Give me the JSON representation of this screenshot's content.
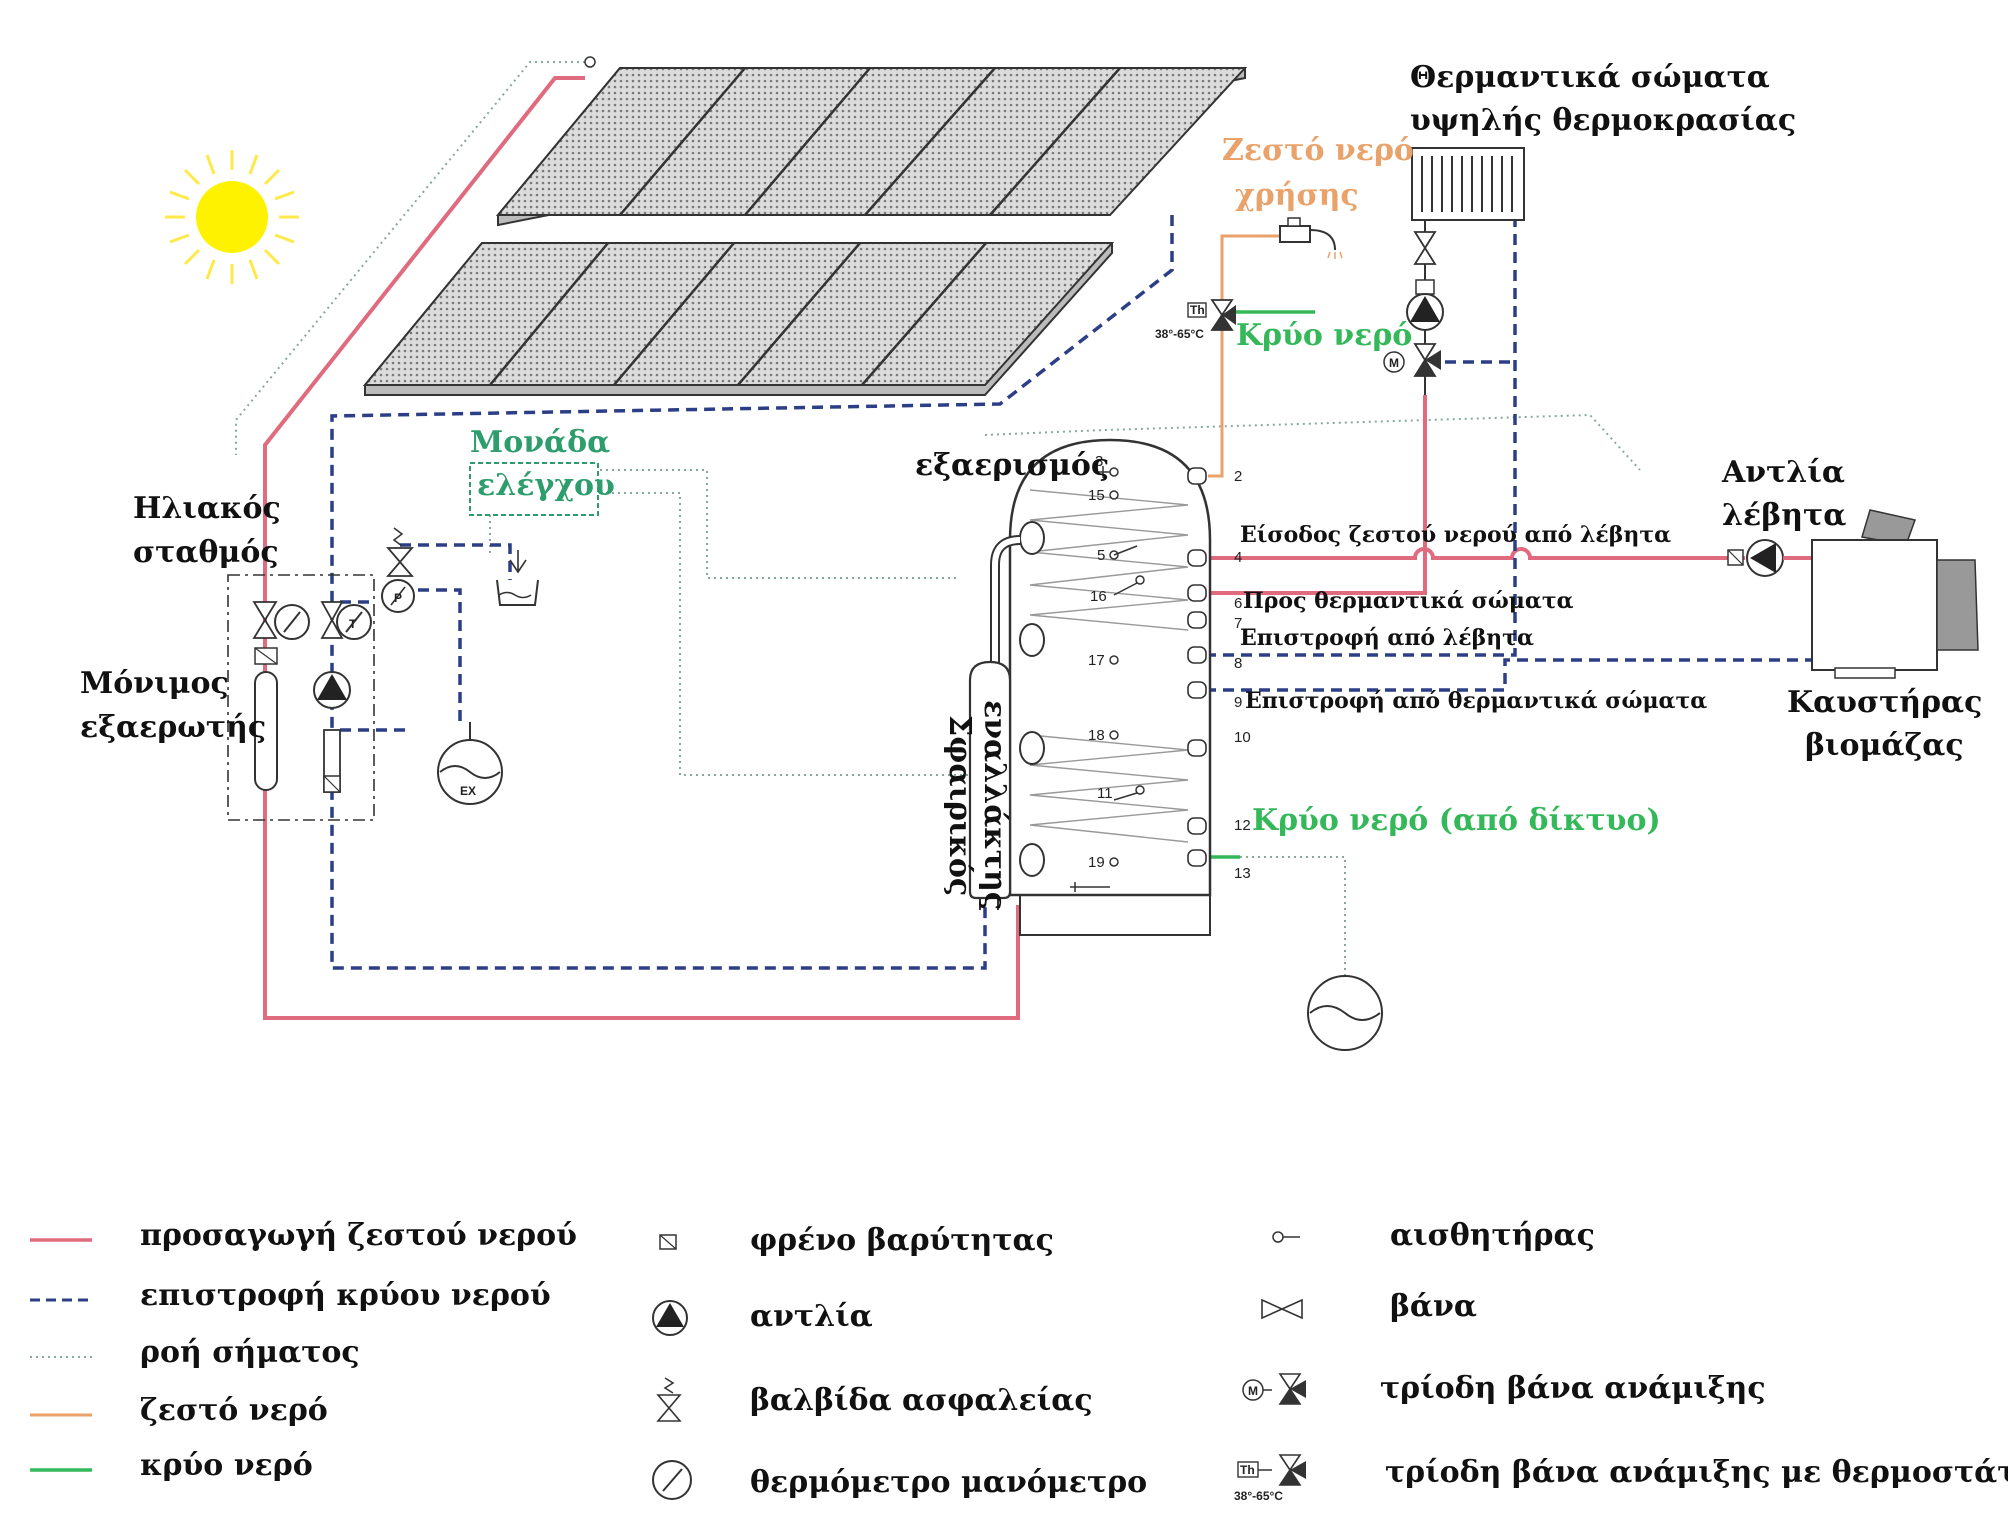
{
  "diagram": {
    "labels": {
      "radiators": [
        "Θερμαντικά σώματα",
        "υψηλής θερμοκρασίας"
      ],
      "hot_water_use": [
        "Ζεστό νερό",
        "χρήσης"
      ],
      "cold_water": "Κρύο νερό",
      "control_unit": [
        "Μονάδα",
        "ελέγχου"
      ],
      "solar_station": [
        "Ηλιακός",
        "σταθμός"
      ],
      "deaerator": [
        "Μόνιμος",
        "εξαερωτής"
      ],
      "vent": "εξαερισμός",
      "boiler_inlet": "Είσοδος ζεστού νερού από λέβητα",
      "to_radiators": "Προς θερμαντικά σώματα",
      "boiler_return": "Επιστροφή από λέβητα",
      "radiator_return": "Επιστροφή από θερμαντικά σώματα",
      "cold_water_grid": "Κρύο νερό (από δίκτυο)",
      "boiler_pump": [
        "Αντλία",
        "λέβητα"
      ],
      "biomass_burner": [
        "Καυστήρας",
        "βιομάζας"
      ],
      "spherical_exchanger": [
        "Σφαιρικός",
        "εναλλάκτης"
      ],
      "thermostat_range": "38°-65°C",
      "thermostat_mark": "Th",
      "motor_mark": "M",
      "expansion_mark": "EX",
      "pressure_mark": "P",
      "temperature_mark": "T"
    },
    "tank_ports": [
      "2",
      "3",
      "15",
      "4",
      "5",
      "16",
      "6",
      "7",
      "8",
      "17",
      "9",
      "10",
      "18",
      "11",
      "12",
      "19",
      "13"
    ]
  },
  "legend": {
    "lines": [
      {
        "label": "προσαγωγή ζεστού νερού"
      },
      {
        "label": "επιστροφή κρύου νερού"
      },
      {
        "label": "ροή σήματος"
      },
      {
        "label": "ζεστό νερό"
      },
      {
        "label": "κρύο νερό"
      }
    ],
    "symbols_mid": [
      {
        "label": "φρένο βαρύτητας"
      },
      {
        "label": "αντλία"
      },
      {
        "label": "βαλβίδα ασφαλείας"
      },
      {
        "label": "θερμόμετρο μανόμετρο"
      }
    ],
    "symbols_right": [
      {
        "label": "αισθητήρας"
      },
      {
        "label": "βάνα"
      },
      {
        "label": "τρίοδη βάνα ανάμιξης"
      },
      {
        "label": "τρίοδη βάνα ανάμιξης με θερμοστάτη"
      }
    ],
    "thermostat_range": "38°-65°C",
    "thermostat_mark": "Th",
    "motor_mark": "M"
  }
}
